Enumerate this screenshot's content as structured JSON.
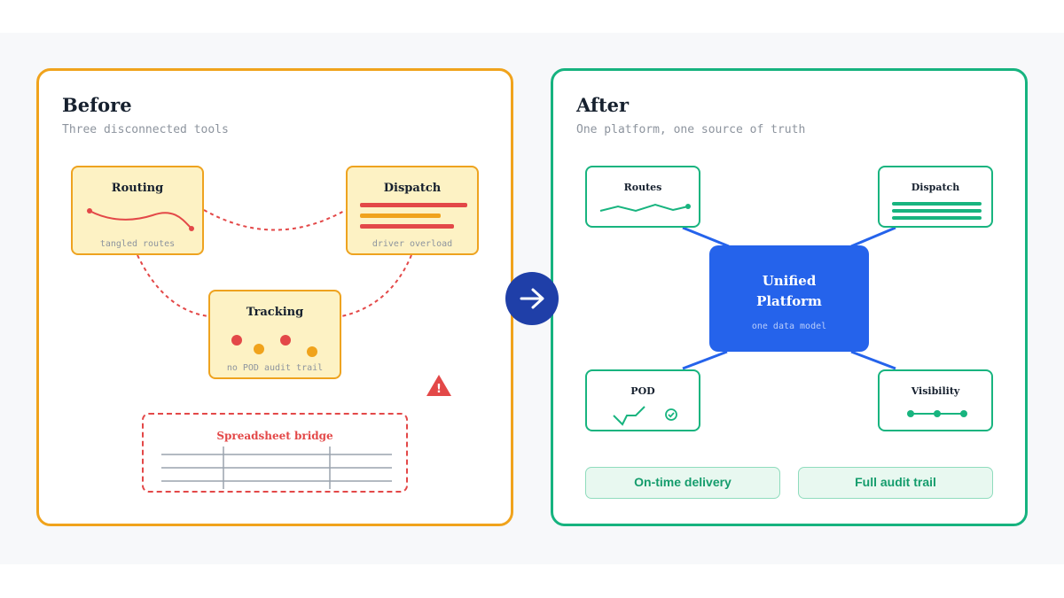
{
  "before": {
    "title": "Before",
    "subtitle": "Three disconnected tools",
    "tools": [
      {
        "title": "Routing",
        "caption": "tangled routes"
      },
      {
        "title": "Dispatch",
        "caption": "driver overload"
      },
      {
        "title": "Tracking",
        "caption": "no POD audit trail"
      }
    ],
    "spreadsheet_label": "Spreadsheet bridge",
    "warning_glyph": "!"
  },
  "after": {
    "title": "After",
    "subtitle": "One platform, one source of truth",
    "hub": {
      "title_line1": "Unified",
      "title_line2": "Platform",
      "caption": "one data model"
    },
    "modules": [
      {
        "title": "Routes"
      },
      {
        "title": "Dispatch"
      },
      {
        "title": "POD"
      },
      {
        "title": "Visibility"
      }
    ],
    "outcomes": [
      "On-time delivery",
      "Full audit trail"
    ]
  },
  "colors": {
    "before_accent": "#f0a31c",
    "after_accent": "#16b37f",
    "hub": "#2563eb",
    "problem": "#e34848",
    "arrow_button": "#1f3fa8"
  },
  "icons": [
    "arrow-right-icon",
    "warning-icon",
    "check-circle-icon"
  ]
}
